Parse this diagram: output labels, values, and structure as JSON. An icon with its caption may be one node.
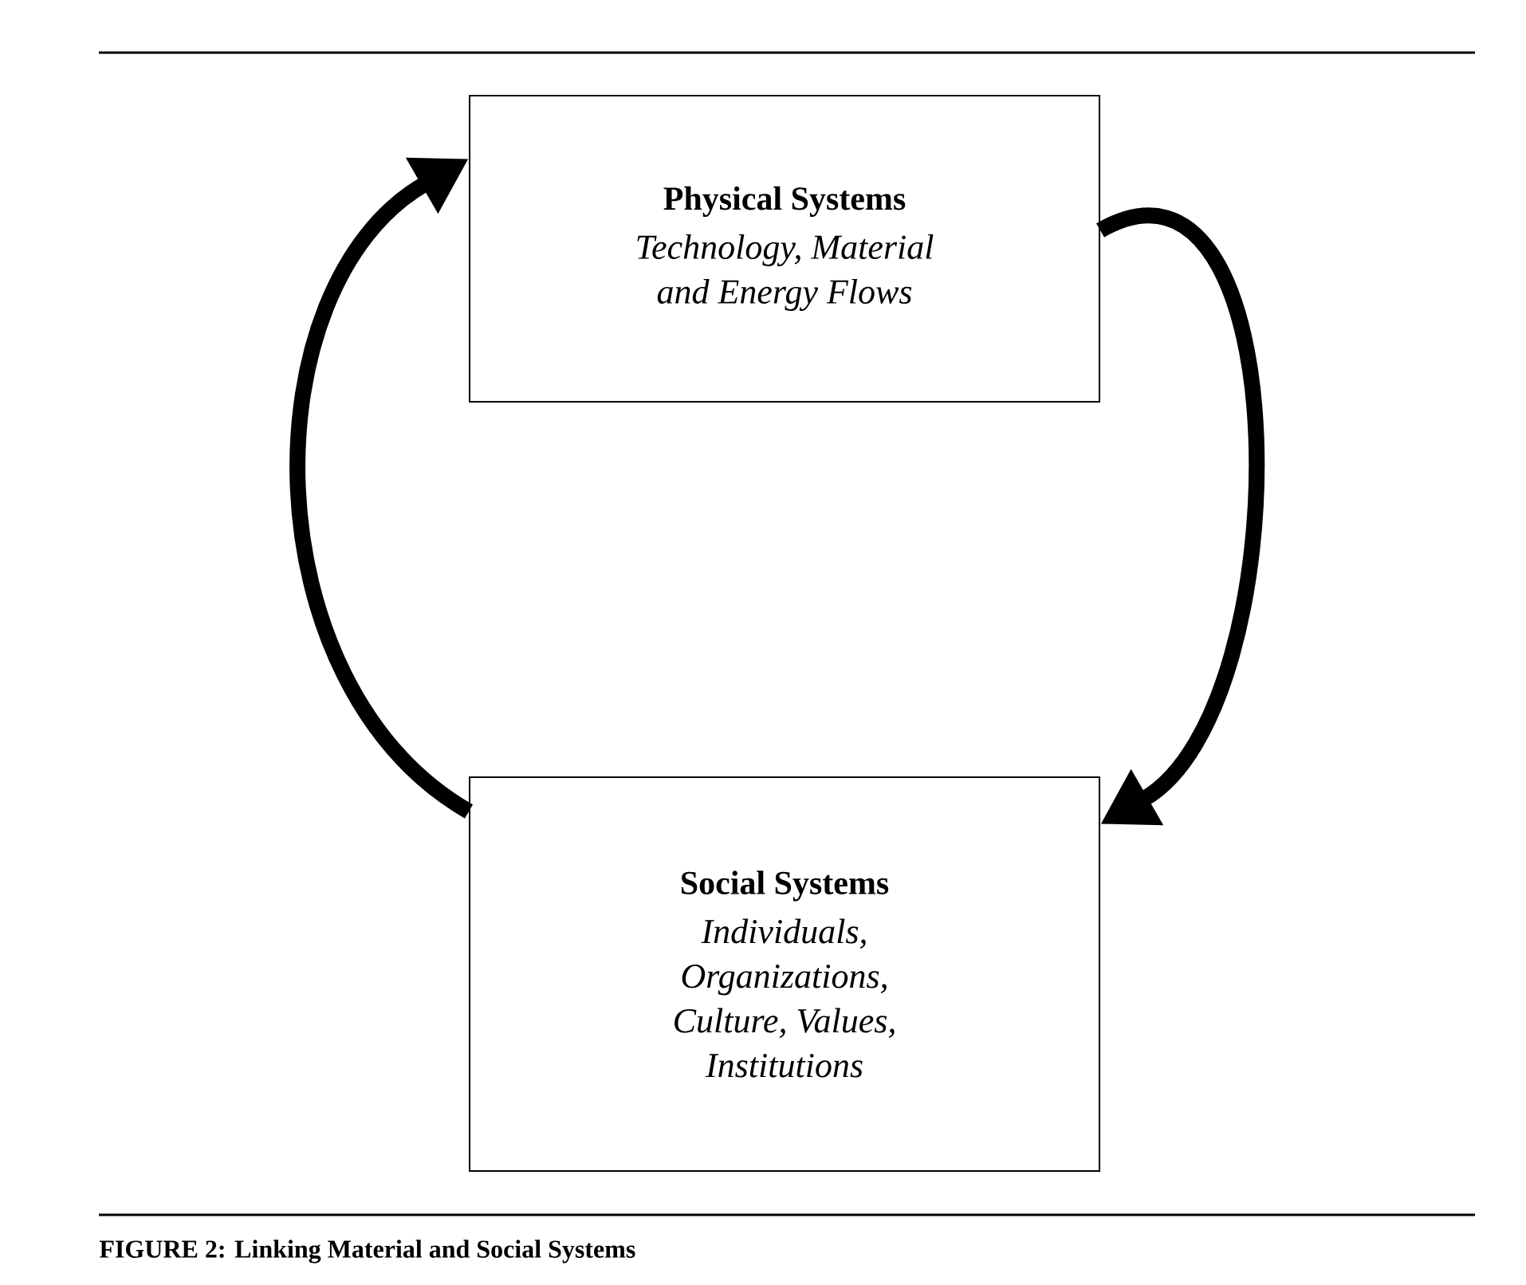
{
  "diagram": {
    "caption": "FIGURE 2:  Linking Material and Social Systems",
    "nodes": [
      {
        "text": [
          "Physical Systems",
          "Technology, Material and Energy Flows"
        ]
      },
      {
        "text": [
          "Social Systems",
          "Individuals, Organizations, Culture, Values, Institutions"
        ]
      }
    ],
    "edges": [
      {
        "from": 1,
        "to": 0,
        "arrow": "to"
      },
      {
        "from": 0,
        "to": 1,
        "arrow": "to"
      }
    ]
  }
}
